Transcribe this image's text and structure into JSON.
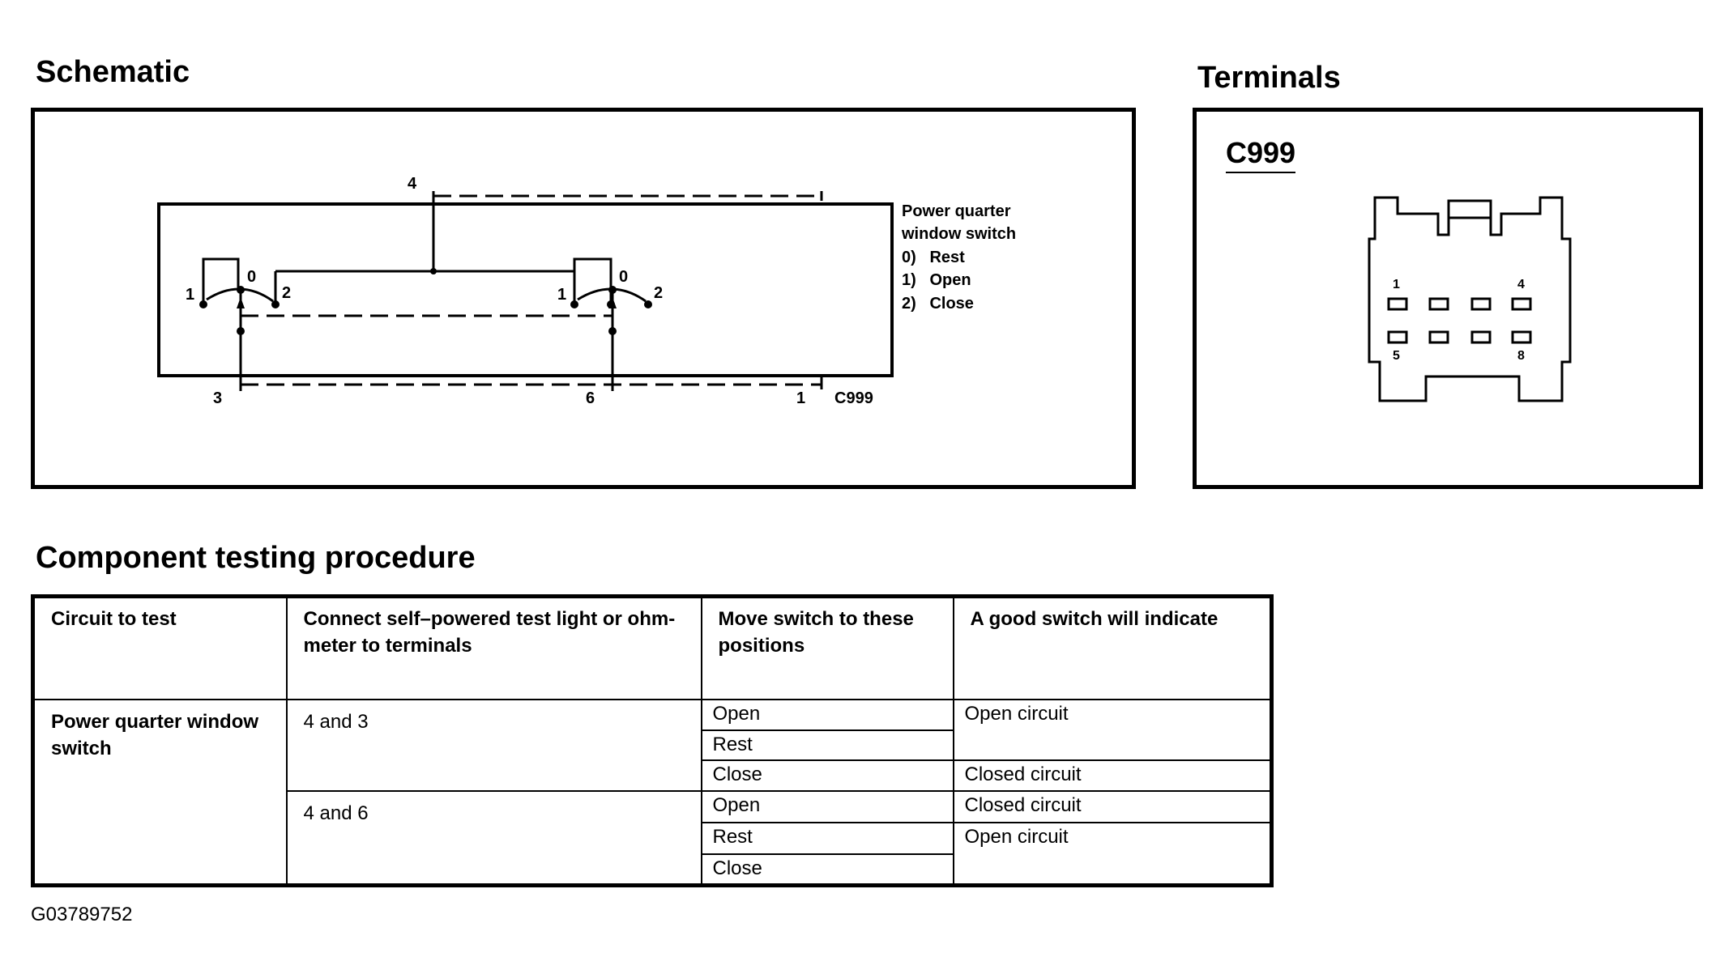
{
  "schematic": {
    "title": "Schematic",
    "switch_legend": {
      "lines": [
        "Power quarter",
        "window switch",
        "0)   Rest",
        "1)   Open",
        "2)   Close"
      ]
    },
    "pins": {
      "top": "4",
      "bottom_left": "3",
      "bottom_mid": "6",
      "bottom_right": "1"
    },
    "connector": "C999",
    "contact_labels": {
      "left_1": "1",
      "left_0": "0",
      "left_2": "2",
      "right_1": "1",
      "right_0": "0",
      "right_2": "2"
    }
  },
  "terminals": {
    "title": "Terminals",
    "connector": "C999",
    "pin_labels": {
      "top_left": "1",
      "top_right": "4",
      "bottom_left": "5",
      "bottom_right": "8"
    }
  },
  "procedure": {
    "title": "Component testing procedure",
    "headers": [
      "Circuit to test",
      "Connect self–powered test light or ohm-meter to terminals",
      "Move switch to these positions",
      "A good switch will indicate"
    ],
    "circuit": "Power quarter window switch",
    "groups": [
      {
        "terminals": "4 and 3",
        "positions": [
          "Open",
          "Rest",
          "Close"
        ],
        "indications": [
          "Open circuit",
          "Closed circuit"
        ]
      },
      {
        "terminals": "4 and 6",
        "positions": [
          "Open",
          "Rest",
          "Close"
        ],
        "indications": [
          "Closed circuit",
          "Open circuit"
        ]
      }
    ]
  },
  "figure_id": "G03789752"
}
